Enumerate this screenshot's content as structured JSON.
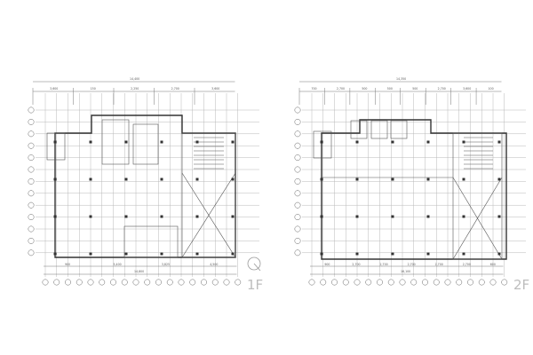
{
  "plans": [
    {
      "label": "1F",
      "top_total": "14,400",
      "top_segments": [
        "3,600",
        "150",
        "2,250",
        "2,700",
        "3,600"
      ],
      "bottom_total": "14,800",
      "bottom_segments": [
        "900",
        "5,400",
        "3,825",
        "4,500"
      ],
      "has_north_arrow": true
    },
    {
      "label": "2F",
      "top_total": "14,350",
      "top_segments": [
        "700",
        "2,700",
        "500",
        "500",
        "500",
        "2,700",
        "3,600",
        "100"
      ],
      "bottom_total": "16,100",
      "bottom_segments": [
        "900",
        "2,700",
        "2,700",
        "2,700",
        "2,700",
        "2,700",
        "600"
      ],
      "has_north_arrow": false
    }
  ],
  "line_color": "#333333",
  "grid_color": "#b8b8b8"
}
